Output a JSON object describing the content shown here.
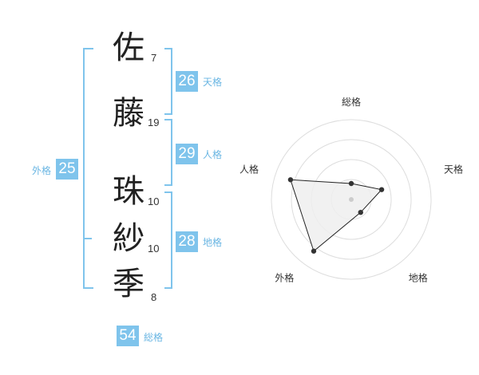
{
  "colors": {
    "accent": "#7fc4ec",
    "badge_bg": "#7fc4ec",
    "label": "#6ab6e3",
    "kanji": "#222222"
  },
  "name": {
    "chars": [
      {
        "char": "佐",
        "strokes": "7"
      },
      {
        "char": "藤",
        "strokes": "19"
      },
      {
        "char": "珠",
        "strokes": "10"
      },
      {
        "char": "紗",
        "strokes": "10"
      },
      {
        "char": "季",
        "strokes": "8"
      }
    ]
  },
  "kakusu": {
    "tenkaku": {
      "label": "天格",
      "value": "26"
    },
    "jinkaku": {
      "label": "人格",
      "value": "29"
    },
    "chikaku": {
      "label": "地格",
      "value": "28"
    },
    "gaikaku": {
      "label": "外格",
      "value": "25"
    },
    "soukaku": {
      "label": "総格",
      "value": "54"
    }
  },
  "chart_data": {
    "type": "radar",
    "axes": [
      "総格",
      "天格",
      "地格",
      "外格",
      "人格"
    ],
    "values": [
      1,
      2,
      1,
      4,
      4
    ],
    "rmax": 5,
    "rings": 4
  }
}
